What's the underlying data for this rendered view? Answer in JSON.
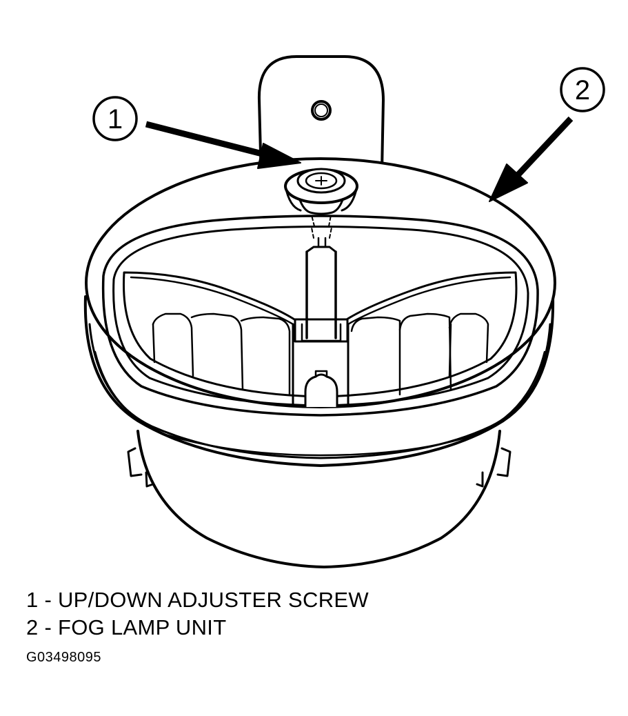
{
  "callouts": [
    {
      "number": "1",
      "label": "UP/DOWN ADJUSTER SCREW"
    },
    {
      "number": "2",
      "label": "FOG LAMP UNIT"
    }
  ],
  "legend": {
    "items": [
      "1 - UP/DOWN ADJUSTER SCREW",
      "2 - FOG LAMP UNIT"
    ]
  },
  "figure_id": "G03498095",
  "colors": {
    "line": "#000000",
    "background": "#ffffff"
  }
}
